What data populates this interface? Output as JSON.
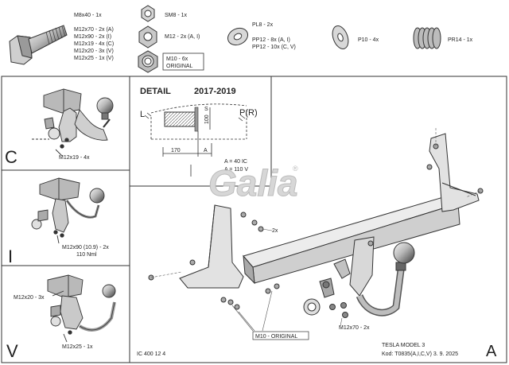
{
  "hardware": {
    "bolt": [
      "M8x40 - 1x",
      "M12x70 - 2x (A)",
      "M12x90 - 2x (I)",
      "M12x19 - 4x (C)",
      "M12x20 - 3x (V)",
      "M12x25 - 1x (V)"
    ],
    "nut_sm8": "SM8 - 1x",
    "nut_m12": "M12 - 2x (A, I)",
    "nut_m10": [
      "M10 - 6x",
      "ORIGINAL"
    ],
    "washer_pl8": [
      "PL8 - 2x",
      "PP12 - 8x (A, I)",
      "PP12 - 10x (C, V)"
    ],
    "washer_p10": "P10 - 4x",
    "spring": "PR14 - 1x"
  },
  "detail": {
    "title": "DETAIL",
    "years": "2017-2019",
    "left_label": "L",
    "right_label": "P(R)",
    "dim_170": "170",
    "dim_a": "A",
    "dim_s": "S",
    "dim_100": "100",
    "note_a": "A = 40 IC",
    "note_b": "A = 110 V"
  },
  "brand": {
    "logo": "Galia",
    "reg": "®"
  },
  "variants": [
    {
      "letter": "C",
      "bolt": "M12x19 - 4x"
    },
    {
      "letter": "I",
      "bolt": "M12x90 (10.9) - 2x",
      "torque": "110 Nml"
    },
    {
      "letter": "V",
      "bolt_top": "M12x20 - 3x",
      "bolt_bottom": "M12x25 - 1x"
    }
  ],
  "main": {
    "nut_callout": "2x",
    "original": "M10 - ORIGINAL",
    "bolt": "M12x70 - 2x",
    "letter": "A"
  },
  "footer": {
    "ic": "IC 400 12 4",
    "model": "TESLA MODEL 3",
    "kod": "Kod: T0835(A,I,C,V)  3. 9. 2025"
  }
}
